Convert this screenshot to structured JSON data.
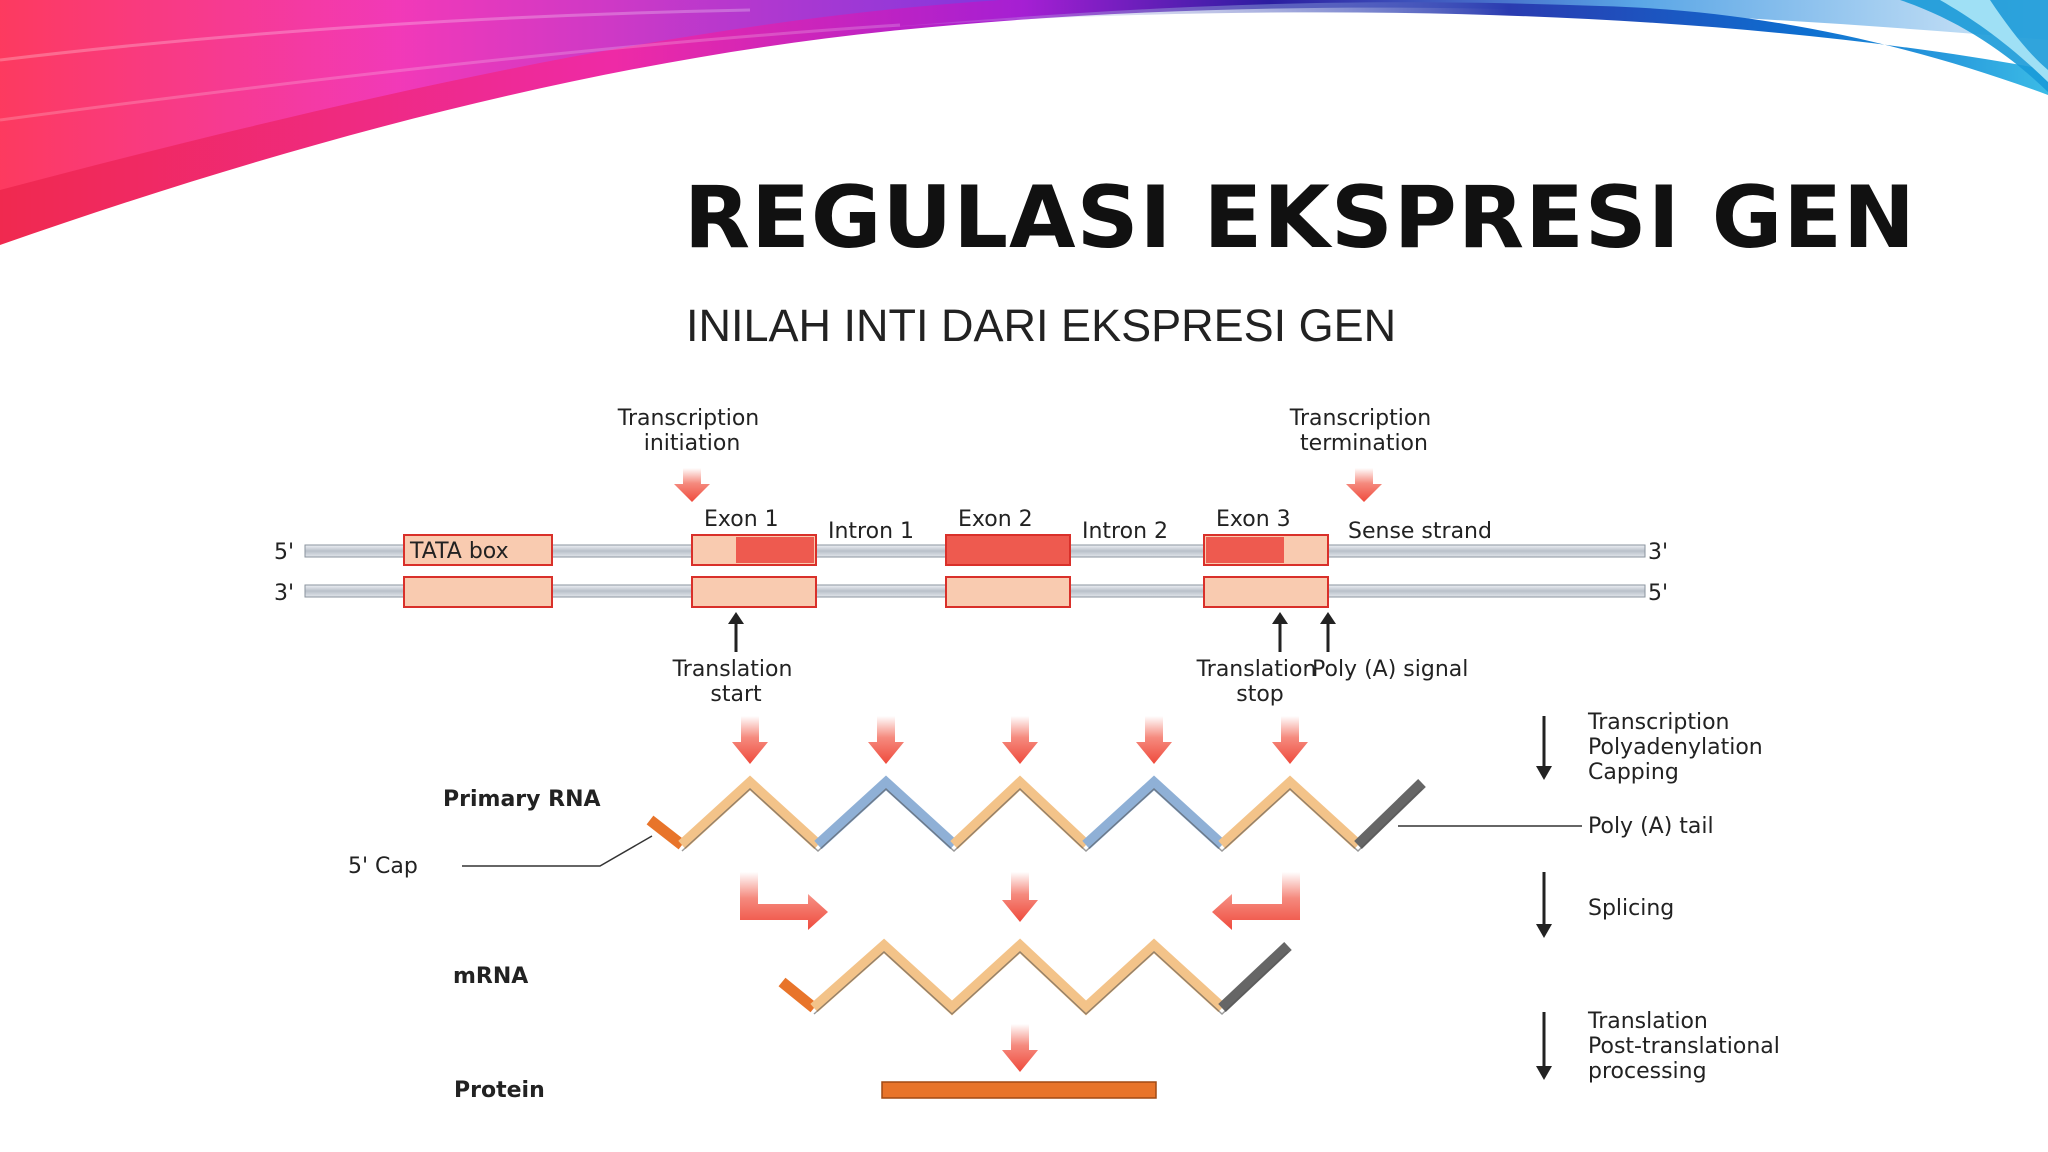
{
  "slide": {
    "title": "REGULASI EKSPRESI GEN",
    "subtitle": "INILAH INTI DARI EKSPRESI GEN"
  },
  "colors": {
    "exon_fill": "#ee5a4f",
    "exon_light": "#f9cbb0",
    "exon_border": "#d9302a",
    "rna_exon": "#f3c389",
    "rna_intron": "#8fb0d6",
    "poly_a_tail": "#666666",
    "cap": "#e8742a",
    "protein": "#e8742a",
    "arrow_red": "#ef4a3c",
    "strand": "#c9ced6"
  },
  "diagram": {
    "strand_ends": {
      "top_left": "5'",
      "top_right": "3'",
      "bottom_left": "3'",
      "bottom_right": "5'"
    },
    "tata_box": "TATA box",
    "top_labels": {
      "transcription_initiation": [
        "Transcription",
        "initiation"
      ],
      "transcription_termination": [
        "Transcription",
        "termination"
      ]
    },
    "gene_labels": {
      "exon1": "Exon 1",
      "intron1": "Intron 1",
      "exon2": "Exon 2",
      "intron2": "Intron 2",
      "exon3": "Exon 3",
      "sense_strand": "Sense strand"
    },
    "bottom_labels": {
      "translation_start": [
        "Translation",
        "start"
      ],
      "translation_stop": [
        "Translation",
        "stop"
      ],
      "poly_a_signal": "Poly (A) signal"
    },
    "rows": {
      "primary_rna": "Primary RNA",
      "five_cap": "5' Cap",
      "mrna": "mRNA",
      "protein": "Protein",
      "poly_a_tail": "Poly (A) tail"
    },
    "steps": {
      "step1": [
        "Transcription",
        "Polyadenylation",
        "Capping"
      ],
      "step2": [
        "Splicing"
      ],
      "step3": [
        "Translation",
        "Post-translational",
        "processing"
      ]
    }
  }
}
